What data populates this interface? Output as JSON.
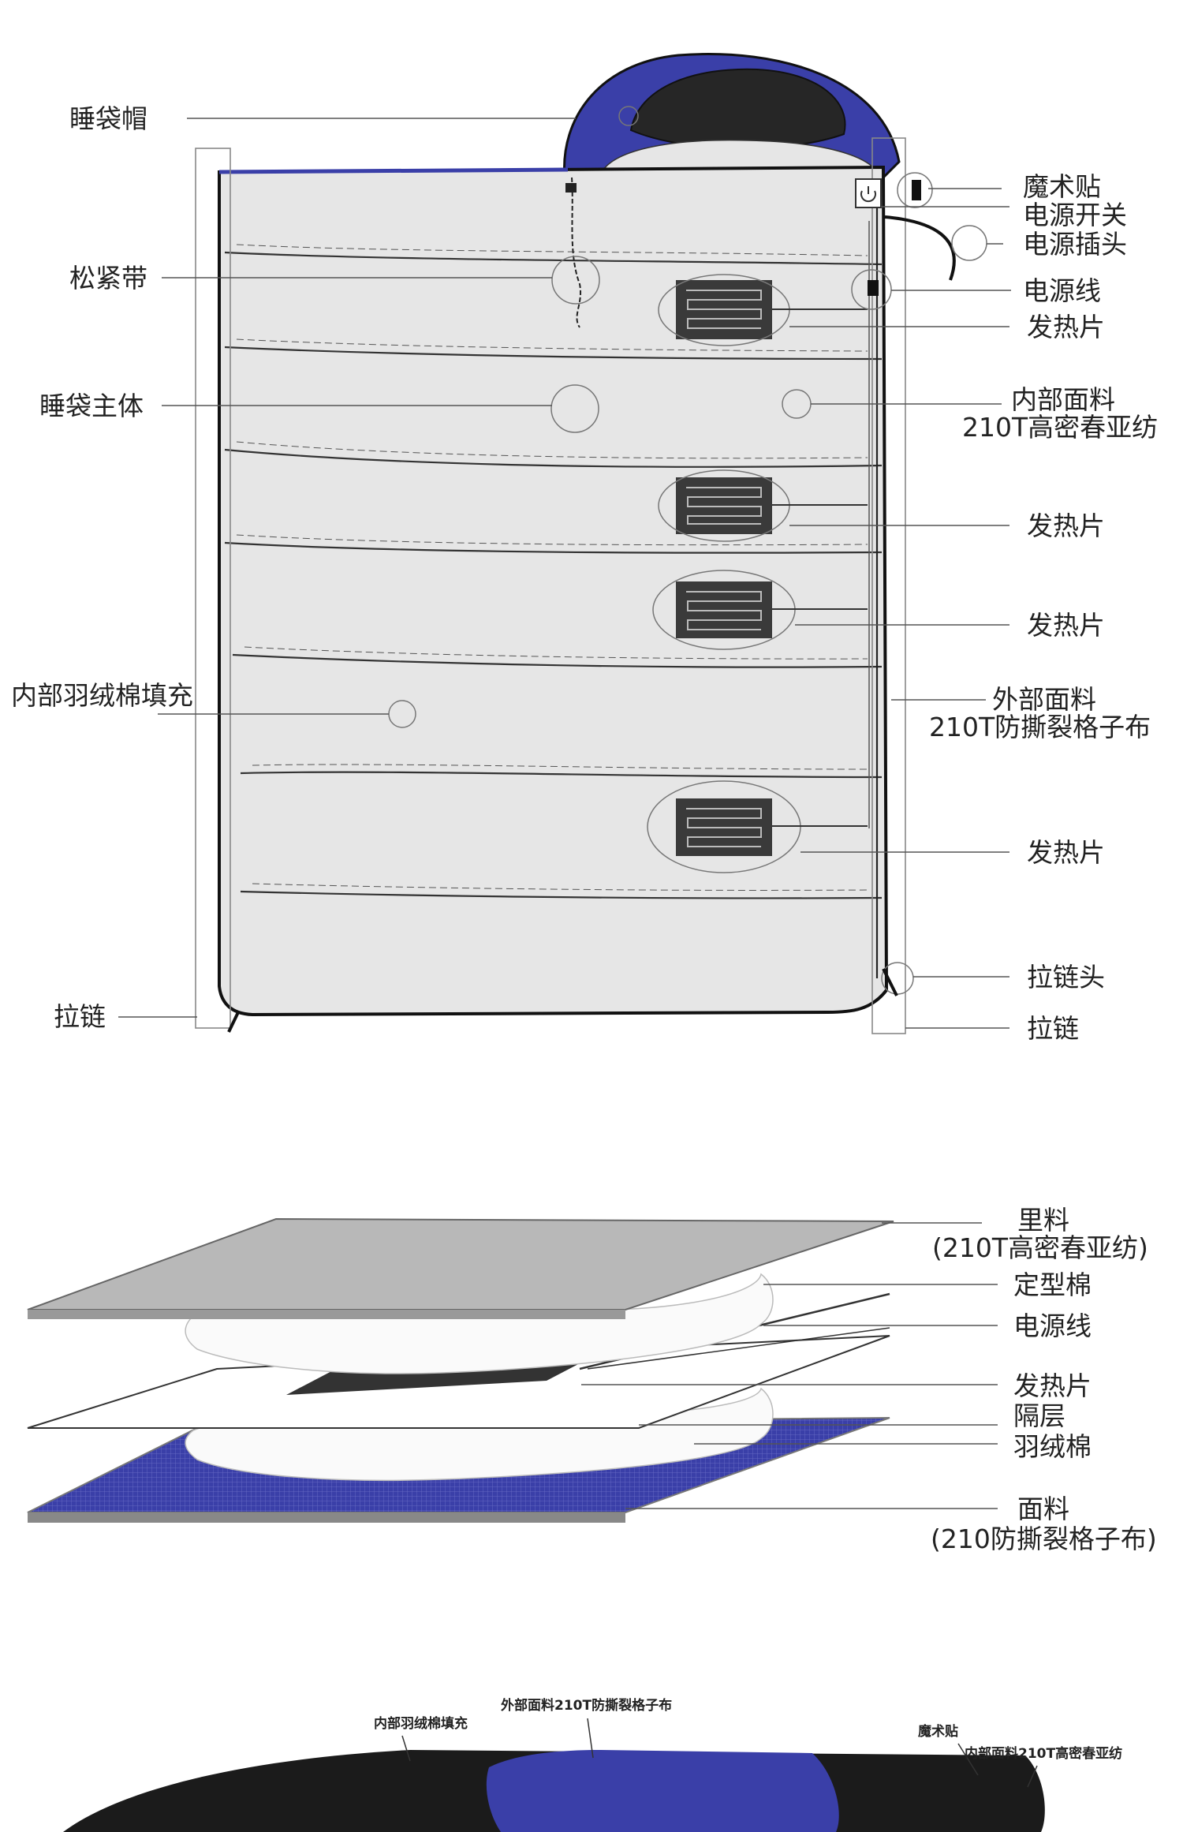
{
  "diagram1": {
    "left_labels": {
      "hood": "睡袋帽",
      "drawcord": "松紧带",
      "main_body": "睡袋主体",
      "fill": "内部羽绒棉填充",
      "zipper": "拉链"
    },
    "right_labels": {
      "velcro": "魔术贴",
      "power_switch": "电源开关",
      "power_plug": "电源插头",
      "power_cable": "电源线",
      "heater_1": "发热片",
      "inner_fabric_1": "内部面料",
      "inner_fabric_2": "210T高密春亚纺",
      "heater_2": "发热片",
      "heater_3": "发热片",
      "outer_fabric_1": "外部面料",
      "outer_fabric_2": "210T防撕裂格子布",
      "heater_4": "发热片",
      "zipper_head": "拉链头",
      "zipper": "拉链"
    }
  },
  "diagram2": {
    "lining_1": "里料",
    "lining_2": "(210T高密春亚纺)",
    "shaping_cotton": "定型棉",
    "power_cable": "电源线",
    "heater": "发热片",
    "barrier": "隔层",
    "down_cotton": "羽绒棉",
    "outer_1": "面料",
    "outer_2": "(210防撕裂格子布)"
  },
  "diagram3": {
    "fill": "内部羽绒棉填充",
    "outer": "外部面料210T防撕裂格子布",
    "velcro": "魔术贴",
    "inner": "内部面料210T高密春亚纺"
  },
  "colors": {
    "blue": "#3a3fa8",
    "heater": "#3a3a3a",
    "body": "#e6e6e6"
  }
}
